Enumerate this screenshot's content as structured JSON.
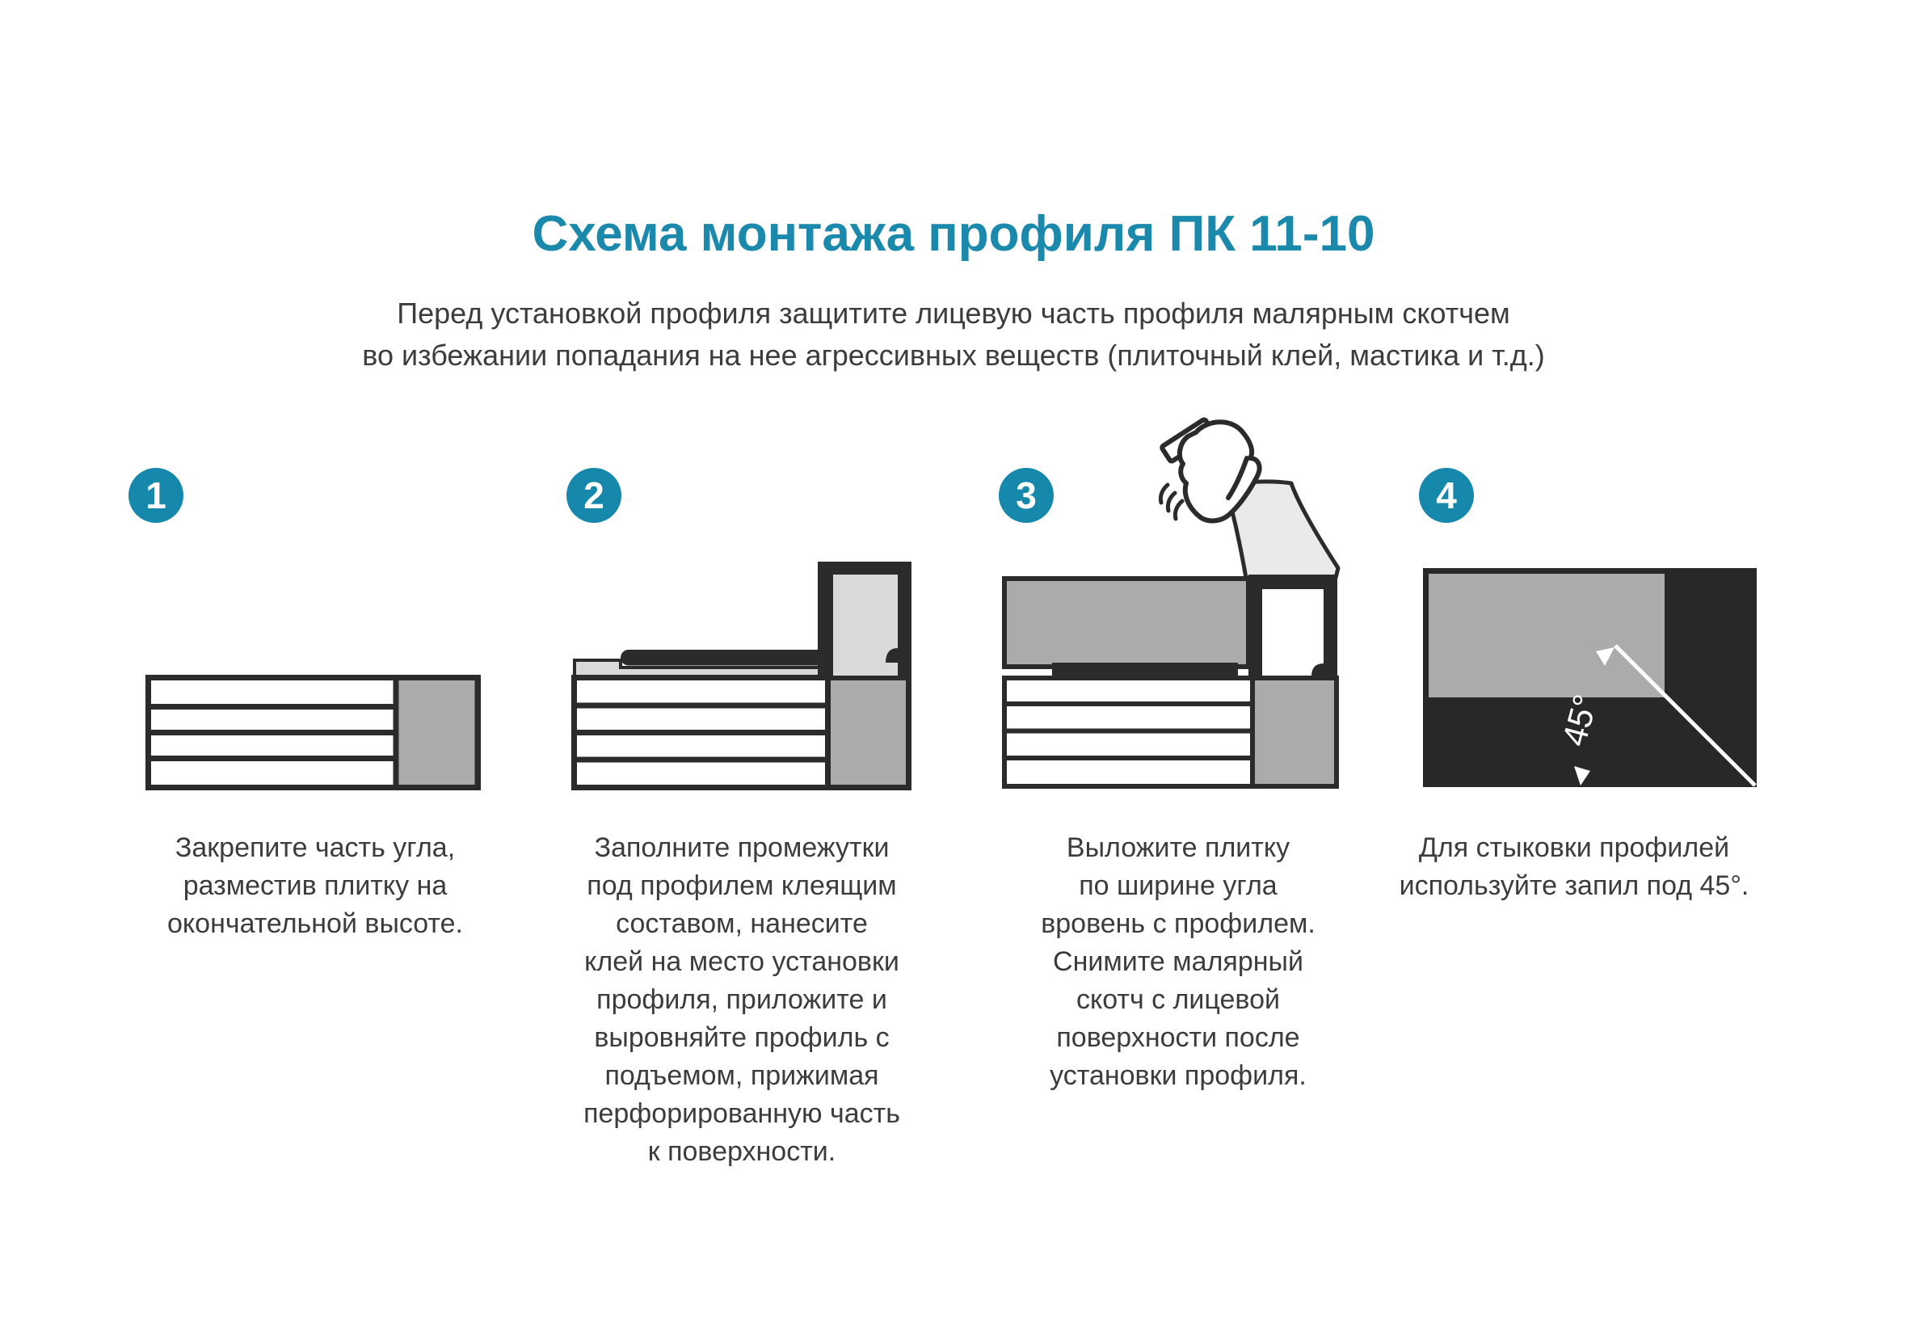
{
  "title": "Схема монтажа профиля ПК 11-10",
  "subtitle": "Перед установкой профиля защитите лицевую часть профиля малярным скотчем\nво избежании попадания на нее агрессивных веществ (плиточный клей, мастика и т.д.)",
  "colors": {
    "accent_teal": "#1688ab",
    "title_teal": "#1b89ac",
    "outline_dark": "#2b2b2b",
    "tile_gray": "#ababab",
    "adhesive_gray": "#d8dada",
    "tape_gray": "#e9ebea",
    "text_gray": "#3c3c3c",
    "background": "#ffffff"
  },
  "steps": [
    {
      "number": "1",
      "caption": "Закрепите часть угла,\nразместив плитку на\nокончательной высоте."
    },
    {
      "number": "2",
      "caption": "Заполните промежутки\nпод профилем клеящим\nсоставом, нанесите\nклей на место установки\nпрофиля, приложите и\nвыровняйте профиль с\nподъемом, прижимая\nперфорированную часть\nк поверхности."
    },
    {
      "number": "3",
      "caption": "Выложите плитку\nпо ширине угла\nвровень с профилем.\nСнимите малярный\nскотч с лицевой\nповерхности после\nустановки профиля."
    },
    {
      "number": "4",
      "caption": "Для стыковки профилей\nиспользуйте запил под 45°.",
      "angle_label": "45°"
    }
  ]
}
